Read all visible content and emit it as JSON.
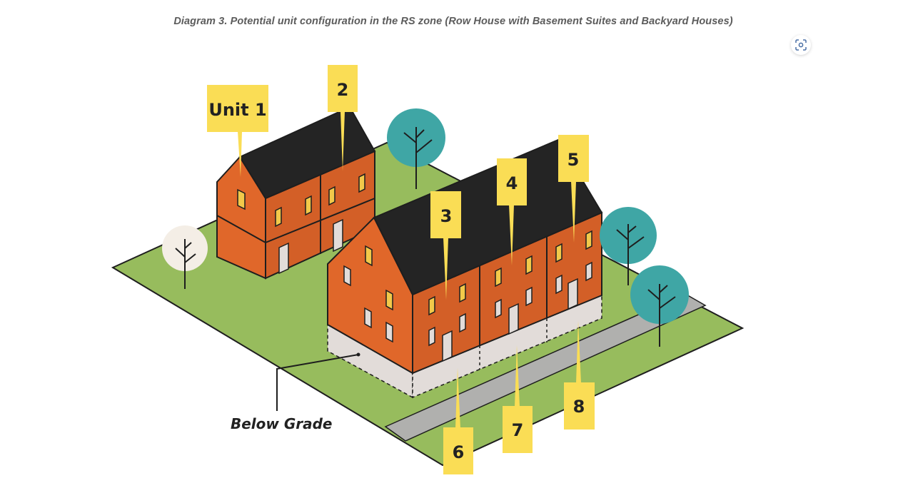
{
  "caption": "Diagram 3. Potential unit configuration in the RS zone (Row House with Basement Suites and Backyard Houses)",
  "toolbar": {
    "lens_icon": "visual-search-icon"
  },
  "diagram": {
    "unit_labels": [
      "Unit 1",
      "2",
      "3",
      "4",
      "5",
      "6",
      "7",
      "8"
    ],
    "annotation": "Below Grade",
    "colors": {
      "grass": "#97bc5d",
      "brick_front": "#e0672a",
      "brick_side": "#d35f27",
      "roof": "#242424",
      "basement": "#e2dcd9",
      "window": "#f2c94a",
      "label": "#fadd55",
      "tree_teal": "#3fa6a5",
      "tree_cream": "#f4eee6",
      "sidewalk": "#b0b0ae"
    }
  }
}
